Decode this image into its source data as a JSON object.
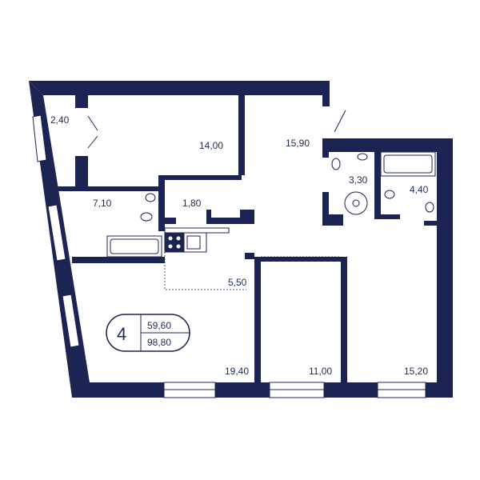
{
  "colors": {
    "wall": "#1b2453",
    "fixture": "#1b2453",
    "window": "#ffffff",
    "text": "#1f2a55"
  },
  "rooms": [
    {
      "id": "balcony",
      "area": "2,40"
    },
    {
      "id": "kitchen-upper",
      "area": "14,00"
    },
    {
      "id": "hall",
      "area": "15,90"
    },
    {
      "id": "bathroom-small",
      "area": "3,30"
    },
    {
      "id": "bathroom-large",
      "area": "4,40"
    },
    {
      "id": "bathroom-left",
      "area": "7,10"
    },
    {
      "id": "wardrobe",
      "area": "1,80"
    },
    {
      "id": "kitchen-zone",
      "area": "5,50"
    },
    {
      "id": "living-room",
      "area": "19,40"
    },
    {
      "id": "bedroom-middle",
      "area": "11,00"
    },
    {
      "id": "bedroom-right",
      "area": "15,20"
    }
  ],
  "summary": {
    "rooms_count": "4",
    "living_area": "59,60",
    "total_area": "98,80"
  }
}
